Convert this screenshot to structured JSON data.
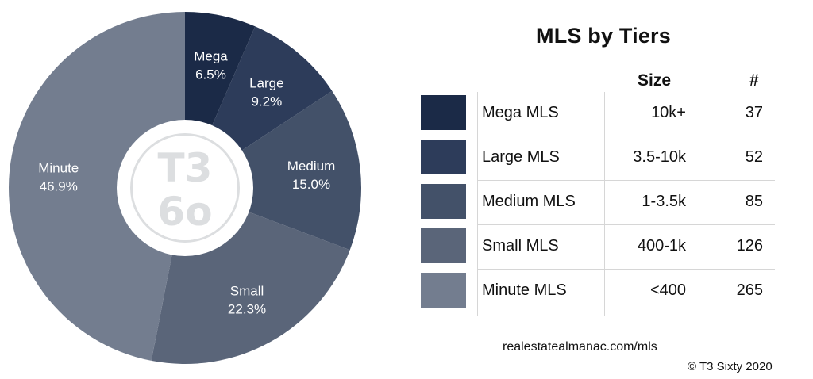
{
  "chart_data": {
    "type": "pie",
    "style": "donut",
    "slices": [
      {
        "label": "Mega",
        "percent_text": "6.5%",
        "value": 6.5,
        "color": "#1b2a47"
      },
      {
        "label": "Large",
        "percent_text": "9.2%",
        "value": 9.2,
        "color": "#2d3c5a"
      },
      {
        "label": "Medium",
        "percent_text": "15.0%",
        "value": 15.0,
        "color": "#435169"
      },
      {
        "label": "Small",
        "percent_text": "22.3%",
        "value": 22.3,
        "color": "#5a6579"
      },
      {
        "label": "Minute",
        "percent_text": "46.9%",
        "value": 46.9,
        "color": "#737d8f"
      }
    ],
    "center_logo": {
      "line1": "T3",
      "line2": "6o",
      "color": "#dcdee0"
    }
  },
  "table": {
    "title": "MLS by Tiers",
    "headers": {
      "size": "Size",
      "count": "#"
    },
    "rows": [
      {
        "name": "Mega MLS",
        "size": "10k+",
        "count": "37",
        "color": "#1b2a47"
      },
      {
        "name": "Large MLS",
        "size": "3.5-10k",
        "count": "52",
        "color": "#2d3c5a"
      },
      {
        "name": "Medium MLS",
        "size": "1-3.5k",
        "count": "85",
        "color": "#435169"
      },
      {
        "name": "Small MLS",
        "size": "400-1k",
        "count": "126",
        "color": "#5a6579"
      },
      {
        "name": "Minute MLS",
        "size": "<400",
        "count": "265",
        "color": "#737d8f"
      }
    ]
  },
  "footer": {
    "source": "realestatealmanac.com/mls",
    "copyright": "© T3 Sixty 2020"
  }
}
